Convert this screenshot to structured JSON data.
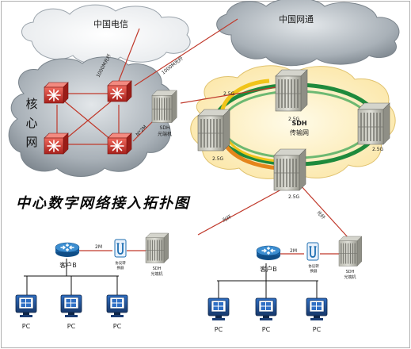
{
  "clouds": {
    "telecom": "中国电信",
    "netcom": "中国网通",
    "core_line1": "核",
    "core_line2": "心",
    "core_line3": "网"
  },
  "links": {
    "fiber_1000m_a": "1000M光纤",
    "fiber_1000m_b": "1000M光纤",
    "n2m": "N*2M",
    "fiber_left": "光纤",
    "fiber_right": "光纤",
    "rate_2m_left": "2M",
    "rate_2m_right": "2M"
  },
  "sdh_core": {
    "label_line1": "SDH",
    "label_line2": "光端机"
  },
  "sdh_ring": {
    "title_line1": "SDH",
    "title_line2": "传输网",
    "node_top": "2.5G",
    "node_top_link": "2.5G",
    "node_left": "2.5G",
    "node_right": "2.5G",
    "node_bottom": "2.5G"
  },
  "headline": "中心数字网络接入拓扑图",
  "site_left": {
    "router_label": "客户B",
    "converter_label_line1": "协议转",
    "converter_label_line2": "换器",
    "sdh_label_line1": "SDH",
    "sdh_label_line2": "光端机",
    "pcs": [
      "PC",
      "PC",
      "PC"
    ]
  },
  "site_right": {
    "router_label": "客户B",
    "converter_label_line1": "协议转",
    "converter_label_line2": "换器",
    "sdh_label_line1": "SDH",
    "sdh_label_line2": "光端机",
    "pcs": [
      "PC",
      "PC",
      "PC"
    ]
  },
  "colors": {
    "link_red": "#c0392b",
    "cloud_grey": "#8c96a0",
    "router_blue": "#1f6fb2",
    "switch_red": "#d2332f",
    "ring_green": "#1e8a3c",
    "ring_yellow": "#f0c419",
    "ring_orange": "#e5851b",
    "sdh_cloud": "#fff1c6"
  }
}
